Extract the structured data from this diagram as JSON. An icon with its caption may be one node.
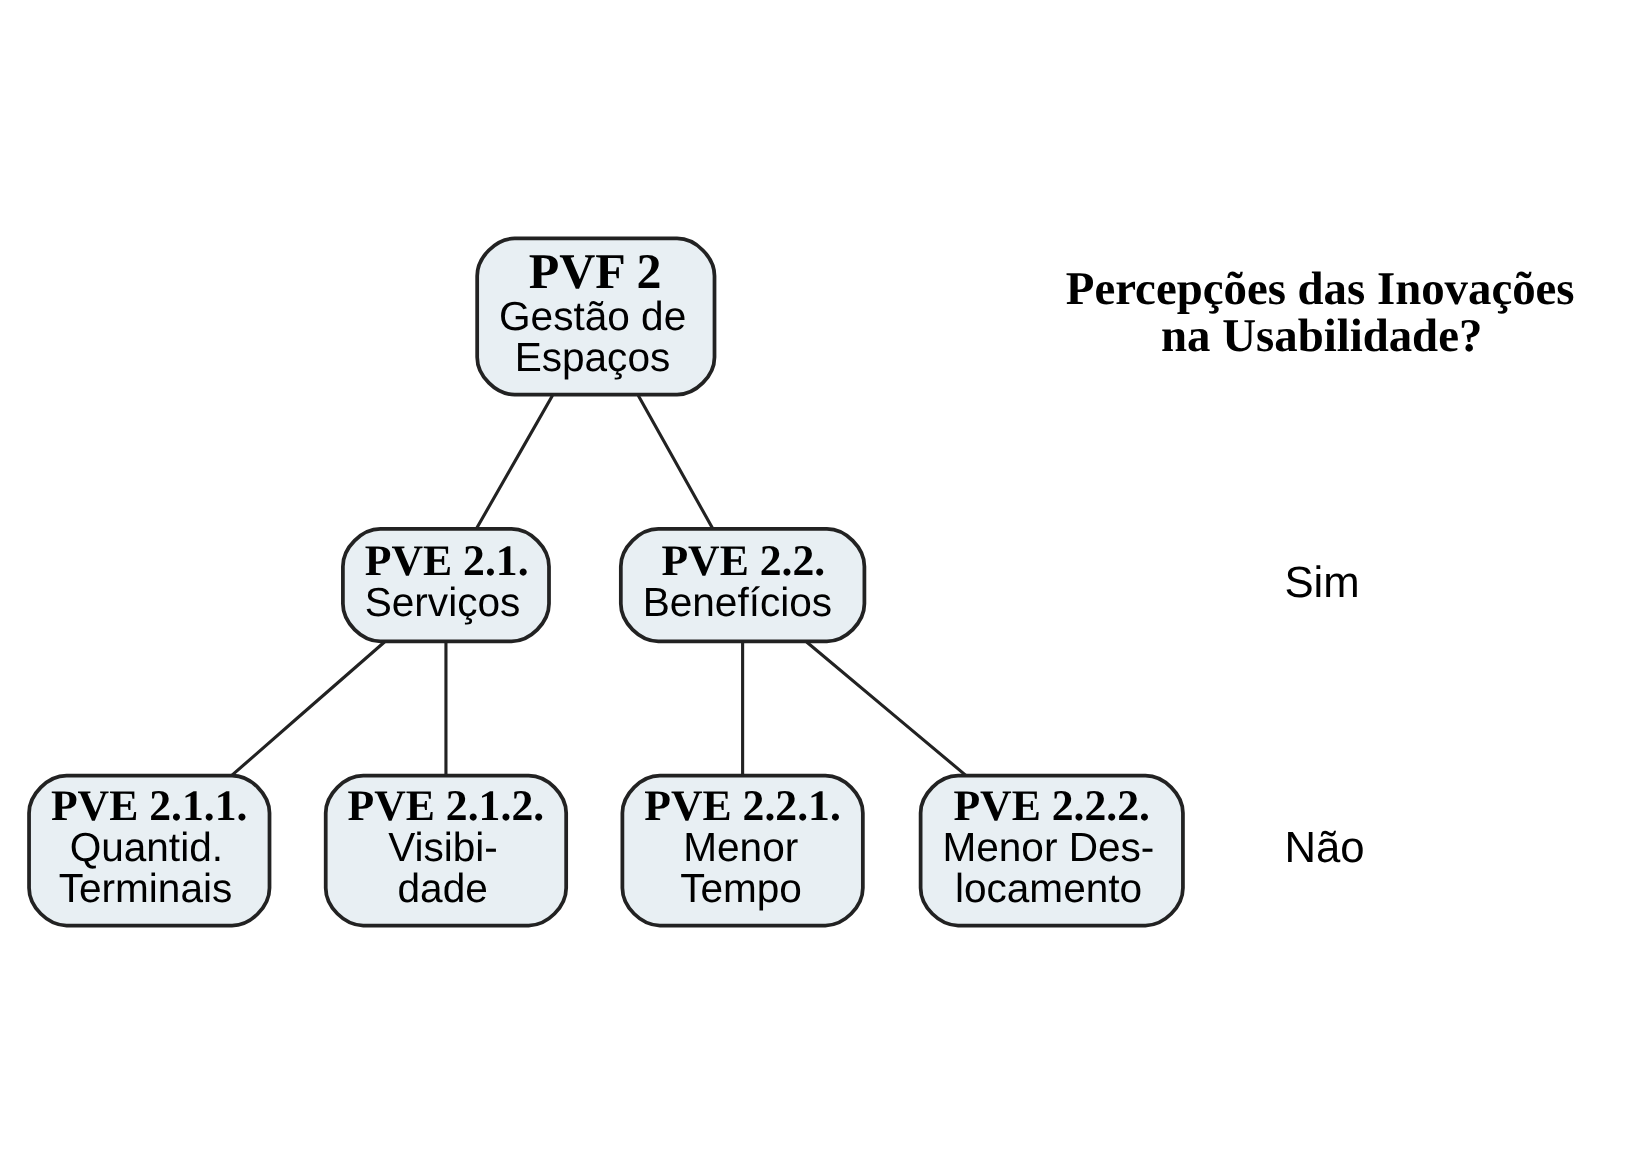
{
  "diagram": {
    "nodes": [
      {
        "text": [
          "PVF 2",
          "Gestão de Espaços"
        ]
      },
      {
        "text": [
          "PVE 2.1.",
          "Serviços"
        ]
      },
      {
        "text": [
          "PVE 2.2.",
          "Benefícios"
        ]
      },
      {
        "text": [
          "PVE 2.1.1.",
          "Quantid. Terminais"
        ]
      },
      {
        "text": [
          "PVE 2.1.2.",
          "Visibi- dade"
        ]
      },
      {
        "text": [
          "PVE 2.2.1.",
          "Menor Tempo"
        ]
      },
      {
        "text": [
          "PVE 2.2.2.",
          "Menor Des- locamento"
        ]
      }
    ],
    "edges": [
      {
        "from": 0,
        "to": 1,
        "arrow": "none"
      },
      {
        "from": 0,
        "to": 2,
        "arrow": "none"
      },
      {
        "from": 1,
        "to": 3,
        "arrow": "none"
      },
      {
        "from": 1,
        "to": 4,
        "arrow": "none"
      },
      {
        "from": 2,
        "to": 5,
        "arrow": "none"
      },
      {
        "from": 2,
        "to": 6,
        "arrow": "none"
      }
    ],
    "labels": [
      "Percepções das Inovações na Usabilidade?",
      "Sim",
      "Não"
    ]
  }
}
